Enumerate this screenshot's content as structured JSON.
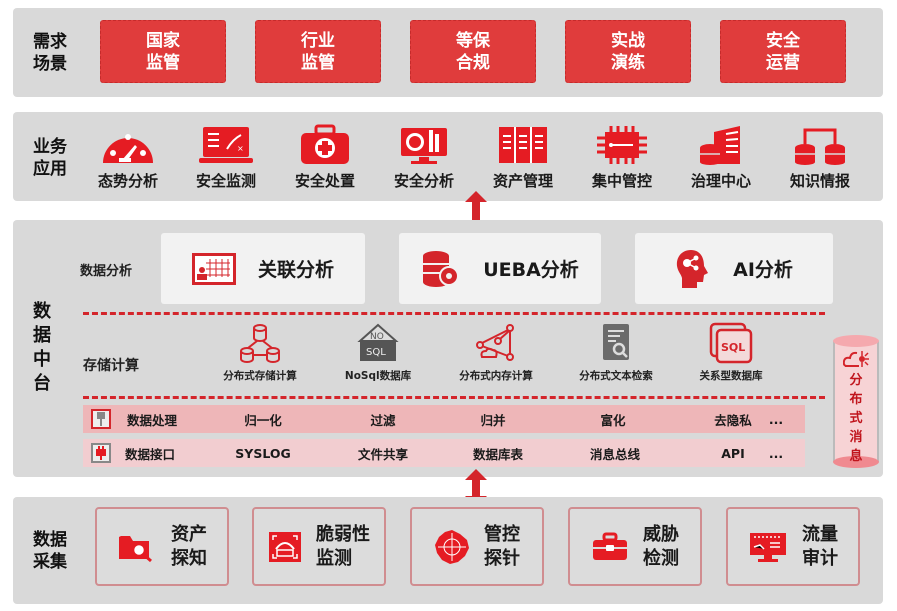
{
  "colors": {
    "accent_red": "#e51c23",
    "scene_button": "#e03c3c",
    "panel_bg": "#d9d9d9",
    "card_bg": "#f2f2f2",
    "strip_processing": "#eeb6b8",
    "strip_interface": "#f2cdd0",
    "cylinder": "#f7d3d5"
  },
  "scenarios": {
    "label": [
      "需求",
      "场景"
    ],
    "items": [
      {
        "line1": "国家",
        "line2": "监管"
      },
      {
        "line1": "行业",
        "line2": "监管"
      },
      {
        "line1": "等保",
        "line2": "合规"
      },
      {
        "line1": "实战",
        "line2": "演练"
      },
      {
        "line1": "安全",
        "line2": "运营"
      }
    ]
  },
  "business_apps": {
    "label": [
      "业务",
      "应用"
    ],
    "items": [
      {
        "label": "态势分析",
        "icon": "gauge-icon"
      },
      {
        "label": "安全监测",
        "icon": "monitor-plan-icon"
      },
      {
        "label": "安全处置",
        "icon": "first-aid-kit-icon"
      },
      {
        "label": "安全分析",
        "icon": "analysis-screen-icon"
      },
      {
        "label": "资产管理",
        "icon": "server-rack-icon"
      },
      {
        "label": "集中管控",
        "icon": "chip-usb-icon"
      },
      {
        "label": "治理中心",
        "icon": "building-database-icon"
      },
      {
        "label": "知识情报",
        "icon": "database-sync-icon"
      }
    ]
  },
  "data_platform": {
    "label": [
      "数",
      "据",
      "中",
      "台"
    ],
    "analysis": {
      "label": "数据分析",
      "cards": [
        {
          "label": "关联分析",
          "icon": "correlation-chart-icon"
        },
        {
          "label": "UEBA分析",
          "icon": "database-gear-icon"
        },
        {
          "label": "AI分析",
          "icon": "ai-head-icon"
        }
      ]
    },
    "storage": {
      "label": "存储计算",
      "items": [
        {
          "label": "分布式存储计算",
          "icon": "distributed-db-icon"
        },
        {
          "label": "NoSql数据库",
          "icon": "nosql-icon"
        },
        {
          "label": "分布式内存计算",
          "icon": "memory-network-icon"
        },
        {
          "label": "分布式文本检索",
          "icon": "doc-search-icon"
        },
        {
          "label": "关系型数据库",
          "icon": "sql-db-icon"
        }
      ]
    },
    "processing": {
      "label": "数据处理",
      "items": [
        "归一化",
        "过滤",
        "归并",
        "富化",
        "去隐私",
        "..."
      ]
    },
    "interface": {
      "label": "数据接口",
      "items": [
        "SYSLOG",
        "文件共享",
        "数据库表",
        "消息总线",
        "API",
        "..."
      ]
    },
    "message_bus": {
      "chars": [
        "分",
        "布",
        "式",
        "消",
        "息"
      ]
    }
  },
  "data_collection": {
    "label": [
      "数据",
      "采集"
    ],
    "items": [
      {
        "line1": "资产",
        "line2": "探知",
        "icon": "folder-search-icon"
      },
      {
        "line1": "脆弱性",
        "line2": "监测",
        "icon": "scan-vulnerability-icon"
      },
      {
        "line1": "管控",
        "line2": "探针",
        "icon": "probe-gear-icon"
      },
      {
        "line1": "威胁",
        "line2": "检测",
        "icon": "toolbox-icon"
      },
      {
        "line1": "流量",
        "line2": "审计",
        "icon": "traffic-monitor-icon"
      }
    ]
  }
}
